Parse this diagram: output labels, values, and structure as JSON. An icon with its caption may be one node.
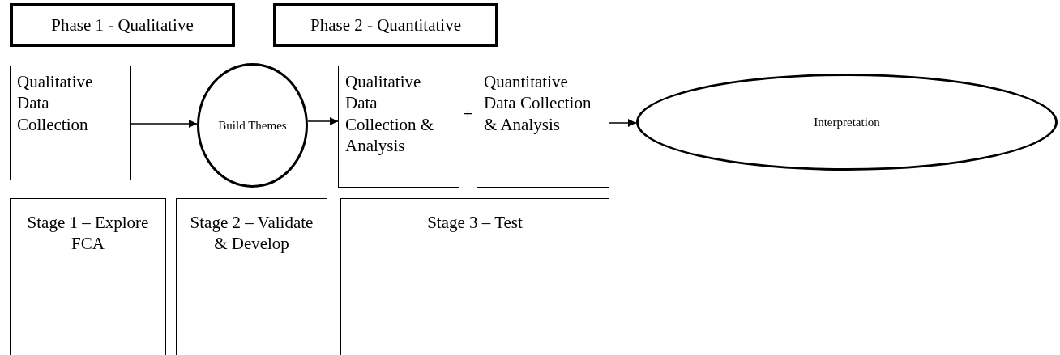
{
  "diagram": {
    "nodes": [
      {
        "text": [
          "Phase 1 - Qualitative"
        ]
      },
      {
        "text": [
          "Phase 2 - Quantitative"
        ]
      },
      {
        "text": [
          "Qualitative Data Collection"
        ]
      },
      {
        "text": [
          "Build Themes"
        ]
      },
      {
        "text": [
          "Qualitative Data Collection & Analysis"
        ]
      },
      {
        "text": [
          "Quantitative Data Collection & Analysis"
        ]
      },
      {
        "text": [
          "Interpretation"
        ]
      },
      {
        "text": [
          "Stage 1 – Explore FCA"
        ]
      },
      {
        "text": [
          "Stage 2 – Validate & Develop"
        ]
      },
      {
        "text": [
          "Stage 3 – Test"
        ]
      }
    ],
    "edges": [
      {
        "from": 2,
        "to": 3,
        "arrow": "to"
      },
      {
        "from": 3,
        "to": 4,
        "arrow": "to"
      },
      {
        "from": 5,
        "to": 6,
        "arrow": "to"
      }
    ],
    "labels": [
      "+"
    ]
  }
}
